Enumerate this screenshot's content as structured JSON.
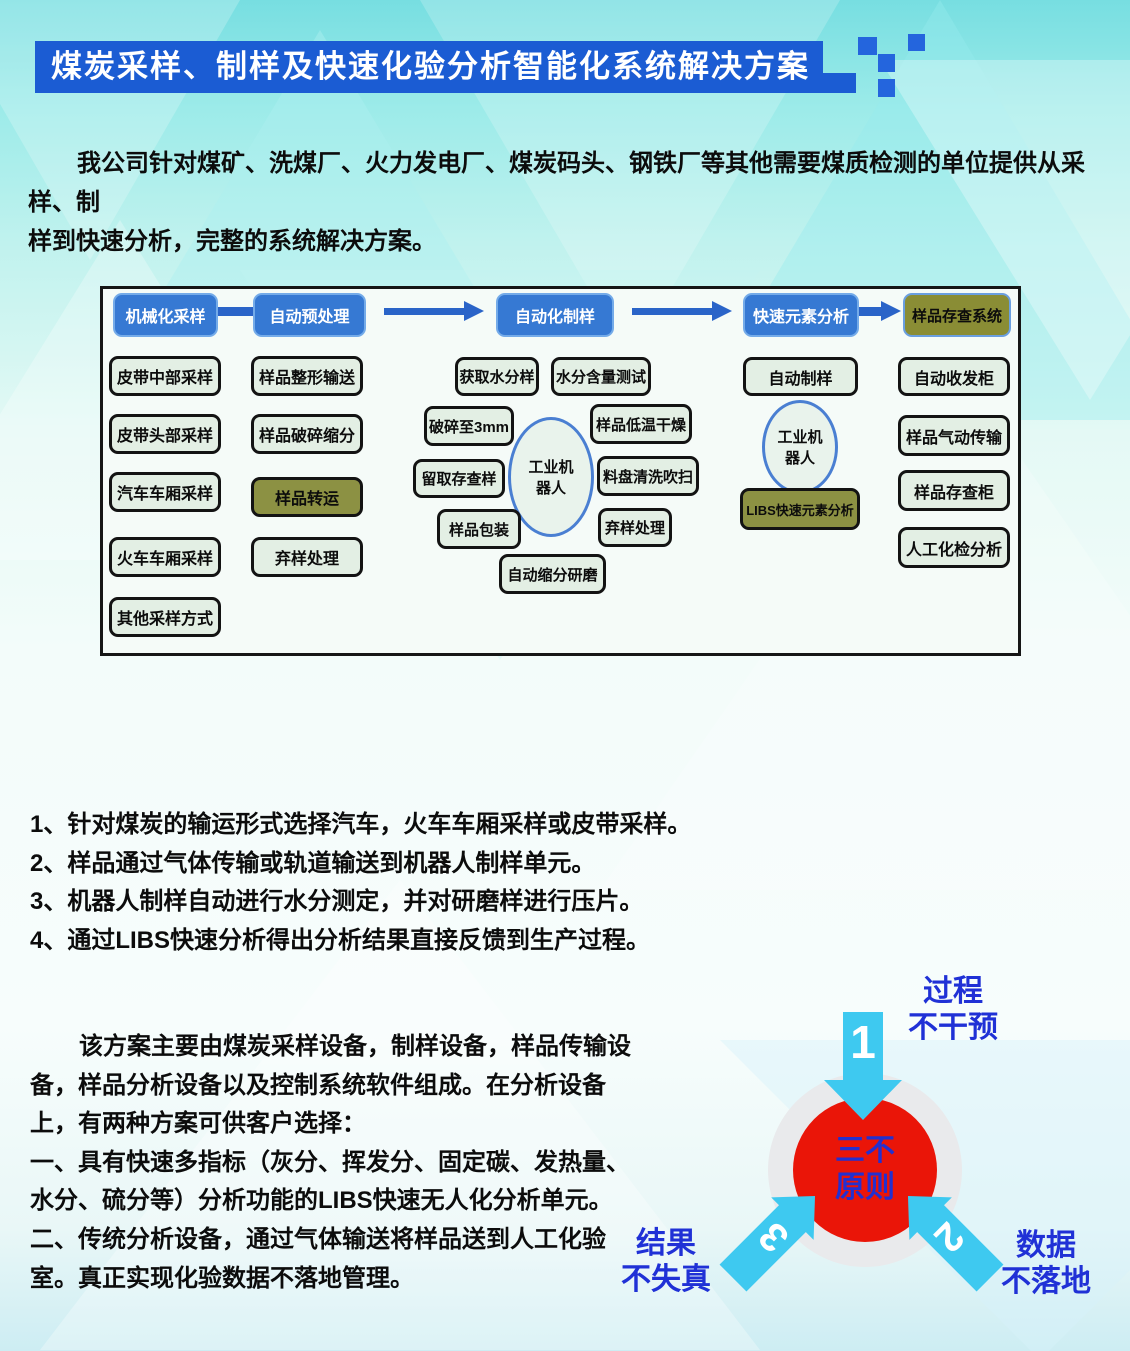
{
  "title": {
    "text": "煤炭采样、制样及快速化验分析智能化系统解决方案"
  },
  "intro": {
    "line1": "我公司针对煤矿、洗煤厂、火力发电厂、煤炭码头、钢铁厂等其他需要煤质检测的单位提供从采样、制",
    "line2": "样到快速分析，完整的系统解决方案。"
  },
  "flowchart": {
    "stage1": "机械化采样",
    "stage2": "自动预处理",
    "stage3": "自动化制样",
    "stage4": "快速元素分析",
    "stage5": "样品存查系统",
    "sampling": [
      "皮带中部采样",
      "皮带头部采样",
      "汽车车厢采样",
      "火车车厢采样",
      "其他采样方式"
    ],
    "pretreat": [
      "样品整形输送",
      "样品破碎缩分",
      "样品转运",
      "弃样处理"
    ],
    "robot": "工业机\n器人",
    "prep": [
      "获取水分样",
      "水分含量测试",
      "破碎至3mm",
      "样品低温干燥",
      "留取存查样",
      "料盘清洗吹扫",
      "样品包装",
      "弃样处理",
      "自动缩分研磨"
    ],
    "analysis": [
      "自动制样",
      "LIBS快速元素分析"
    ],
    "storage": [
      "自动收发柜",
      "样品气动传输",
      "样品存查柜",
      "人工化检分析"
    ]
  },
  "steps": [
    "1、针对煤炭的输运形式选择汽车，火车车厢采样或皮带采样。",
    "2、样品通过气体传输或轨道输送到机器人制样单元。",
    "3、机器人制样自动进行水分测定，并对研磨样进行压片。",
    "4、通过LIBS快速分析得出分析结果直接反馈到生产过程。"
  ],
  "description": [
    "该方案主要由煤炭采样设备，制样设备，样品传输设",
    "备，样品分析设备以及控制系统软件组成。在分析设备",
    "上，有两种方案可供客户选择：",
    "一、具有快速多指标（灰分、挥发分、固定碳、发热量、",
    "水分、硫分等）分析功能的LIBS快速无人化分析单元。",
    "二、传统分析设备，通过气体输送将样品送到人工化验",
    "室。真正实现化验数据不落地管理。"
  ],
  "principle": {
    "center": "三不\n原则",
    "arrow1_num": "1",
    "arrow2_num": "2",
    "arrow3_num": "3",
    "label1": "过程\n不干预",
    "label2": "数据\n不落地",
    "label3": "结果\n不失真"
  },
  "colors": {
    "banner_blue": "#1b5cd3",
    "deco_square_blue": "#2465dd",
    "header_blue": "#3679d3",
    "flow_arrow_blue": "#2a64c8",
    "box_green": "#e3efe4",
    "box_olive": "#8c9143",
    "robot_ellipse_border": "#4a7fd2",
    "principle_arrow_cyan": "#3ec9f0",
    "principle_circle_red": "#ea1508",
    "principle_circle_gray": "#e9eaec",
    "principle_text_blue": "#2031d6"
  }
}
